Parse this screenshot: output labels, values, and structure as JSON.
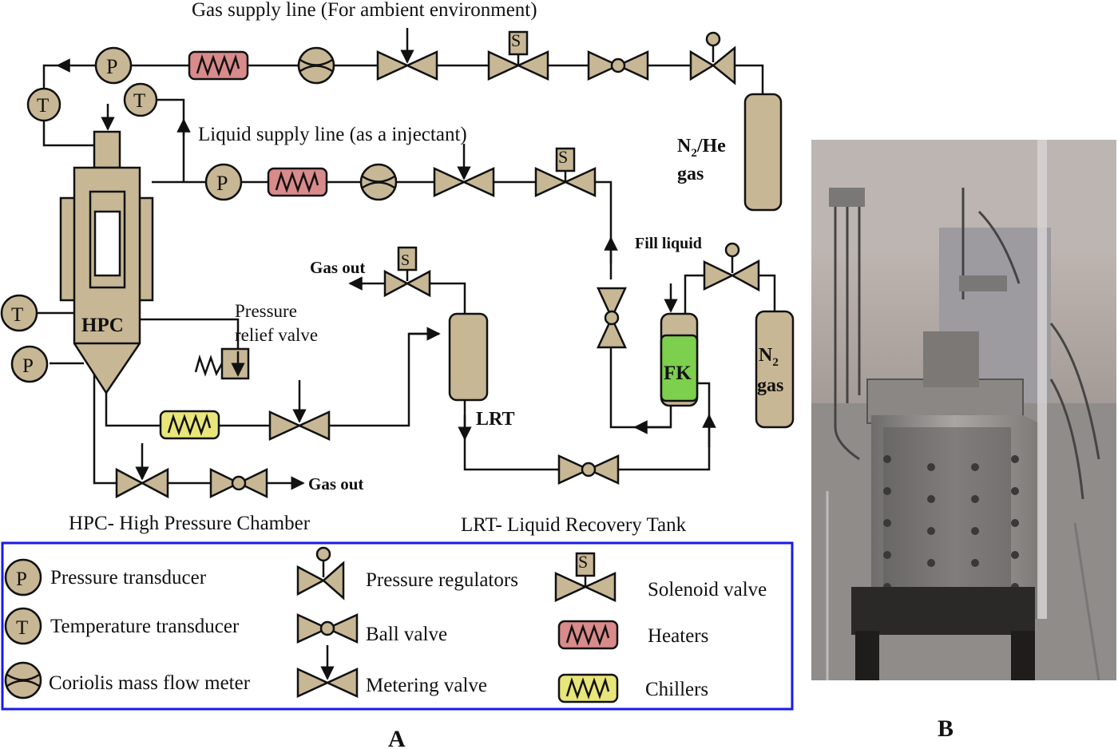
{
  "colors": {
    "fill": "#c7b794",
    "heater": "#d98a8a",
    "chiller": "#e8e67a",
    "fk": "#7dcf4e",
    "legend_border": "#1a1ae6",
    "line": "#111111"
  },
  "labels": {
    "gas_supply": "Gas supply line (For ambient environment)",
    "liquid_supply": "Liquid supply line (as a injectant)",
    "n2he_1": "N",
    "n2he_sub": "2",
    "n2he_2": "/He",
    "n2he_3": "gas",
    "fill_liquid": "Fill liquid",
    "gas_out_1": "Gas out",
    "gas_out_2": "Gas out",
    "pressure_relief_1": "Pressure",
    "pressure_relief_2": "relief valve",
    "hpc": "HPC",
    "lrt": "LRT",
    "fk": "FK",
    "n2_1": "N",
    "n2_sub": "2",
    "n2_2": "gas",
    "hpc_full": "HPC- High Pressure Chamber",
    "lrt_full": "LRT- Liquid Recovery Tank",
    "panel_a": "A",
    "panel_b": "B",
    "p": "P",
    "t": "T",
    "s": "S"
  },
  "legend": {
    "pressure_transducer": "Pressure transducer",
    "temperature_transducer": "Temperature transducer",
    "coriolis": "Coriolis mass flow meter",
    "pressure_regulators": "Pressure regulators",
    "ball_valve": "Ball valve",
    "metering_valve": "Metering valve",
    "solenoid_valve": "Solenoid valve",
    "heaters": "Heaters",
    "chillers": "Chillers"
  }
}
